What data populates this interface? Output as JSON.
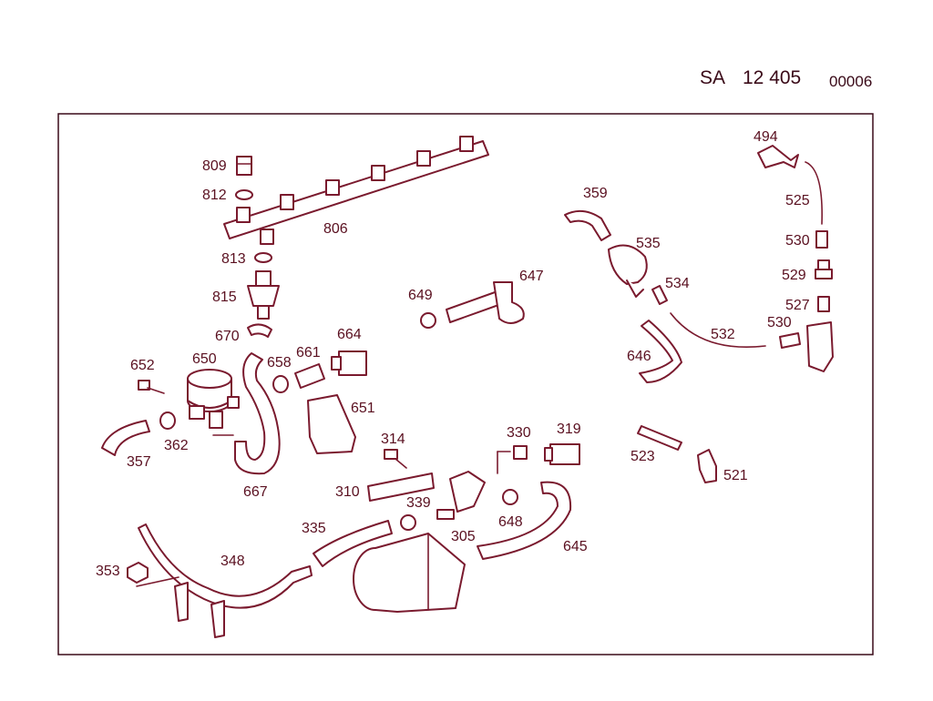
{
  "header": {
    "prefix": "SA",
    "number": "12 405",
    "code": "00006"
  },
  "labels": {
    "494": "494",
    "525": "525",
    "530a": "530",
    "529": "529",
    "527": "527",
    "530b": "530",
    "532": "532",
    "534": "534",
    "535": "535",
    "359": "359",
    "646": "646",
    "523": "523",
    "521": "521",
    "809": "809",
    "812": "812",
    "806": "806",
    "813": "813",
    "815": "815",
    "670": "670",
    "664": "664",
    "661": "661",
    "658": "658",
    "651": "651",
    "649": "649",
    "647": "647",
    "652": "652",
    "650": "650",
    "362": "362",
    "357": "357",
    "667": "667",
    "314": "314",
    "330": "330",
    "319": "319",
    "310": "310",
    "339": "339",
    "648": "648",
    "305": "305",
    "645": "645",
    "335": "335",
    "353": "353",
    "348": "348"
  },
  "colors": {
    "line": "#7a1a2e",
    "text": "#5a1020",
    "frame": "#3a0a18"
  }
}
